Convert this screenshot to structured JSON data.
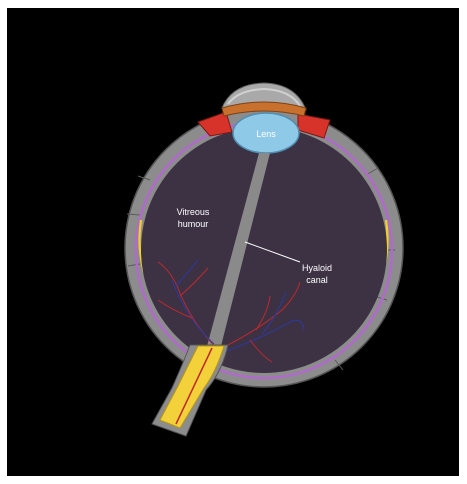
{
  "diagram": {
    "labels": {
      "lens": "Lens",
      "vitreous_line1": "Vitreous",
      "vitreous_line2": "humour",
      "hyaloid_line1": "Hyaloid",
      "hyaloid_line2": "canal"
    },
    "colors": {
      "background": "#000000",
      "frame": "#ffffff",
      "sclera": "#8c8c8c",
      "vitreous": "#3d3244",
      "lens": "#8fc9e8",
      "iris": "#c8702e",
      "ciliary": "#d8332a",
      "retina": "#f2cf2a",
      "choroid": "#b06acb",
      "optic_nerve": "#f2d13a",
      "artery": "#c0282a",
      "vein": "#2a3aa8",
      "canal": "#8a8a8a"
    }
  }
}
